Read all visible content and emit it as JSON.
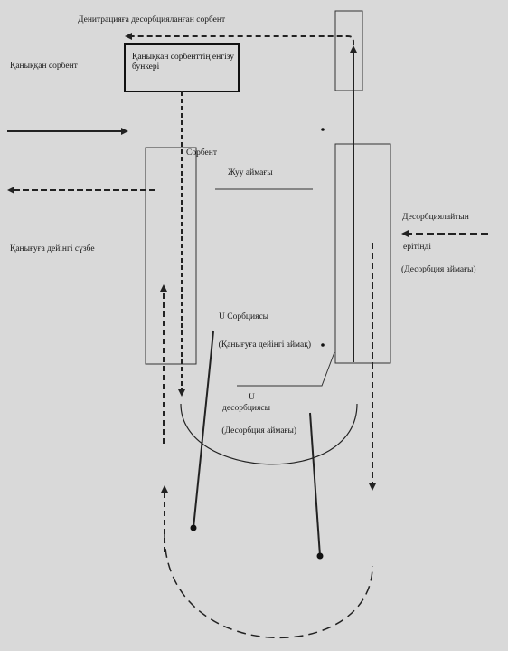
{
  "labels": {
    "top_title": "Денитрацияға десорбцияланған сорбент",
    "left_header": "Қаныққан сорбент",
    "box_text": "Қанықкан сорбенттің енгізу бункері",
    "sorbent": "Сорбент",
    "washing_zone": "Жуу аймағы",
    "left_mid": "Қанығуға дейінгі сүзбе",
    "desorb_solution_1": "Десорбциялайтын",
    "desorb_solution_2": "ерітінді",
    "desorb_zone": "(Десорбция аймағы)",
    "u_sorption": "U Сорбциясы",
    "saturation_zone": "(Қанығуға дейінгі аймақ)",
    "u_desorption_1": "U",
    "u_desorption_2": "десорбциясы",
    "desorb_zone_lower": "(Десорбция аймағы)"
  }
}
